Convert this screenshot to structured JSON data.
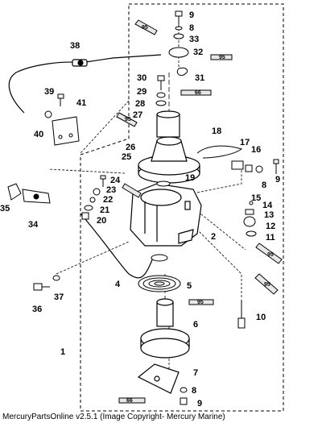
{
  "callouts": {
    "c1": "1",
    "c2": "2",
    "c4": "4",
    "c5": "5",
    "c6": "6",
    "c7": "7",
    "c8a": "8",
    "c8b": "8",
    "c8c": "8",
    "c9a": "9",
    "c9b": "9",
    "c9c": "9",
    "c10": "10",
    "c11": "11",
    "c12": "12",
    "c13": "13",
    "c14": "14",
    "c15": "15",
    "c16": "16",
    "c17": "17",
    "c18": "18",
    "c19": "19",
    "c20": "20",
    "c21": "21",
    "c22": "22",
    "c23": "23",
    "c24": "24",
    "c25": "25",
    "c26": "26",
    "c27": "27",
    "c28": "28",
    "c29": "29",
    "c30": "30",
    "c31": "31",
    "c32": "32",
    "c33": "33",
    "c34": "34",
    "c35": "35",
    "c36": "36",
    "c37": "37",
    "c38": "38",
    "c39": "39",
    "c40": "40",
    "c41": "41"
  },
  "tubes": {
    "t95a": "95",
    "t95b": "95",
    "t95c": "95",
    "t95d": "95",
    "t95e": "95",
    "t95f": "95",
    "t66a": "66",
    "t66b": "66"
  },
  "copyright": "MercuryPartsOnline v2.5.1 (Image Copyright- Mercury Marine)"
}
